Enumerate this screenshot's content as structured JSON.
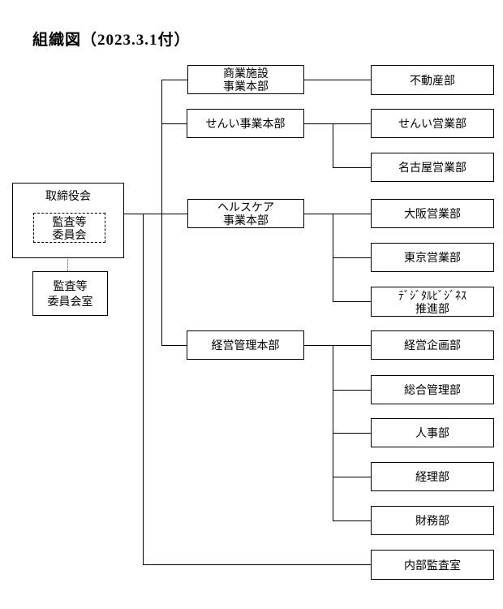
{
  "page": {
    "title": "組織図（2023.3.1付）"
  },
  "colors": {
    "line": "#000000",
    "background": "#ffffff",
    "dashed_connector": "#808080"
  },
  "org_chart": {
    "board": {
      "label": "取締役会"
    },
    "audit_committee": {
      "label": "監査等\n委員会"
    },
    "audit_committee_office": {
      "label": "監査等\n委員会室"
    },
    "divisions": [
      {
        "label": "商業施設\n事業本部"
      },
      {
        "label": "せんい事業本部"
      },
      {
        "label": "ヘルスケア\n事業本部"
      },
      {
        "label": "経営管理本部"
      }
    ],
    "departments": [
      {
        "label": "不動産部"
      },
      {
        "label": "せんい営業部"
      },
      {
        "label": "名古屋営業部"
      },
      {
        "label": "大阪営業部"
      },
      {
        "label": "東京営業部"
      },
      {
        "label": "ﾃﾞｼﾞﾀﾙﾋﾞｼﾞﾈｽ\n推進部"
      },
      {
        "label": "経営企画部"
      },
      {
        "label": "総合管理部"
      },
      {
        "label": "人事部"
      },
      {
        "label": "経理部"
      },
      {
        "label": "財務部"
      },
      {
        "label": "内部監査室"
      }
    ],
    "hierarchy": {
      "取締役会": {
        "商業施設事業本部": [
          "不動産部"
        ],
        "せんい事業本部": [
          "せんい営業部",
          "名古屋営業部"
        ],
        "ヘルスケア事業本部": [
          "大阪営業部",
          "東京営業部",
          "ﾃﾞｼﾞﾀﾙﾋﾞｼﾞﾈｽ推進部"
        ],
        "経営管理本部": [
          "経営企画部",
          "総合管理部",
          "人事部",
          "経理部",
          "財務部"
        ],
        "内部監査室": []
      },
      "監査等委員会": [
        "監査等委員会室"
      ]
    }
  }
}
